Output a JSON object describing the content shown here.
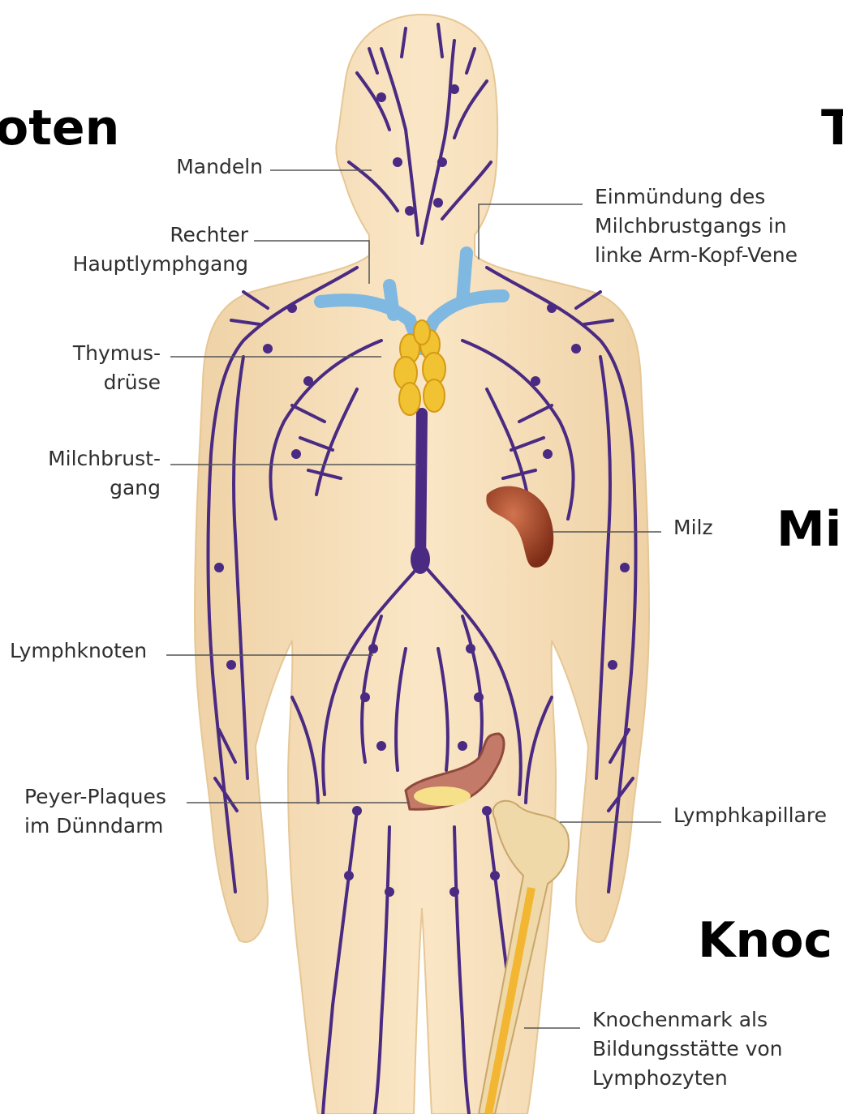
{
  "overlay": {
    "left": "oten",
    "top_right": "T",
    "mid_right": "Mi",
    "bottom_right": "Knoc"
  },
  "labels": {
    "mandeln": "Mandeln",
    "rechter_1": "Rechter",
    "rechter_2": "Hauptlymphgang",
    "thymus_1": "Thymus-",
    "thymus_2": "drüse",
    "milchbrust_1": "Milchbrust-",
    "milchbrust_2": "gang",
    "lymphknoten": "Lymphknoten",
    "peyer_1": "Peyer-Plaques",
    "peyer_2": "im Dünndarm",
    "einm_1": "Einmündung des",
    "einm_2": "Milchbrustgangs in",
    "einm_3": "linke Arm-Kopf-Vene",
    "milz": "Milz",
    "lymphkapillare": "Lymphkapillare",
    "knochenmark_1": "Knochenmark als",
    "knochenmark_2": "Bildungsstätte von",
    "knochenmark_3": "Lymphozyten"
  },
  "colors": {
    "skin": "#f7dfb8",
    "lymph": "#4a2a82",
    "vein": "#7fb8e0",
    "thymus": "#f1c232",
    "spleen": "#9c3c22",
    "bone": "#f0d9a8",
    "marrow": "#f2b632"
  }
}
